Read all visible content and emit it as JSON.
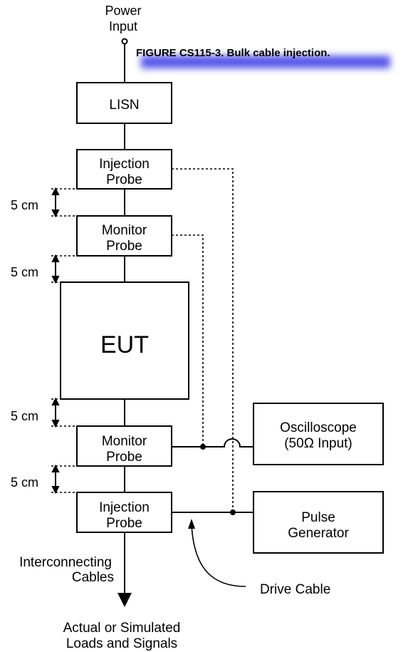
{
  "caption": "FIGURE CS115-3.  Bulk cable injection.",
  "power_input": [
    "Power",
    "Input"
  ],
  "blocks": {
    "lisn": [
      "LISN"
    ],
    "injection_probe_top": [
      "Injection",
      "Probe"
    ],
    "monitor_probe_top": [
      "Monitor",
      "Probe"
    ],
    "eut": [
      "EUT"
    ],
    "monitor_probe_bottom": [
      "Monitor",
      "Probe"
    ],
    "injection_probe_bottom": [
      "Injection",
      "Probe"
    ],
    "oscilloscope": [
      "Oscilloscope",
      "(50Ω Input)"
    ],
    "pulse_generator": [
      "Pulse",
      "Generator"
    ]
  },
  "spacing_labels": [
    "5 cm",
    "5 cm",
    "5 cm",
    "5 cm"
  ],
  "interconnecting_cables": [
    "Interconnecting",
    "Cables"
  ],
  "loads": [
    "Actual or Simulated",
    "Loads and Signals"
  ],
  "drive_cable": "Drive Cable",
  "colors": {
    "caption_glow": "#3a3ae6",
    "line": "#000000",
    "background": "#ffffff"
  }
}
